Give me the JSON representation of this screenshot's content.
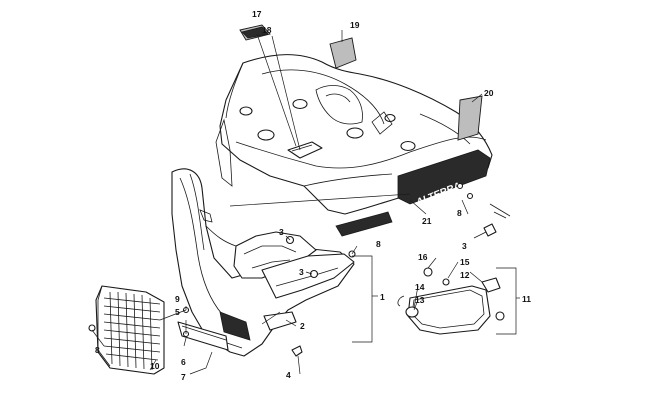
{
  "diagram": {
    "brand_text": "ALTERRA",
    "callouts": {
      "c1": "1",
      "c2": "2",
      "c3a": "3",
      "c3b": "3",
      "c3c": "3",
      "c4": "4",
      "c5": "5",
      "c6": "6",
      "c7": "7",
      "c8a": "8",
      "c8b": "8",
      "c8c": "8",
      "c9": "9",
      "c10": "10",
      "c11": "11",
      "c12": "12",
      "c13": "13",
      "c14": "14",
      "c15": "15",
      "c16": "16",
      "c17": "17",
      "c18": "18",
      "c19": "19",
      "c20": "20",
      "c21": "21"
    }
  }
}
